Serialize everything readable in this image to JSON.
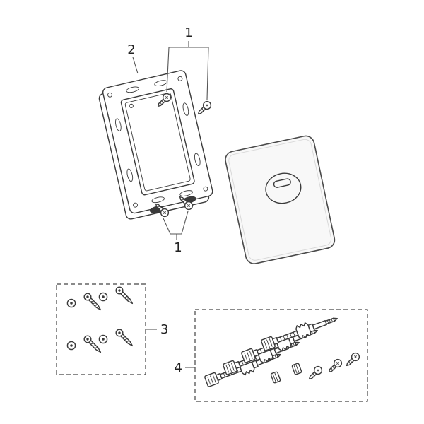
{
  "diagram": {
    "type": "exploded-parts-diagram",
    "callouts": {
      "top_screws": {
        "label": "1"
      },
      "bottom_screws": {
        "label": "1"
      },
      "mounting_frame": {
        "label": "2"
      },
      "screw_washer_set": {
        "label": "3"
      },
      "spindle_set": {
        "label": "4"
      }
    },
    "parts": {
      "mounting_frame": "mounting-frame",
      "flush_plate": "flush-plate-with-oval-button",
      "machine_screws": "pan-head-screws",
      "washers": "washers",
      "wood_screws": "fixing-screws",
      "spindles": "adjustable-spindles",
      "caps": "knurled-caps"
    },
    "colors": {
      "background": "#ffffff",
      "line": "#3a3a3a",
      "label": "#222222",
      "plate_fill": "#f8f8f8",
      "clip_fill": "#3a3a3a"
    }
  }
}
